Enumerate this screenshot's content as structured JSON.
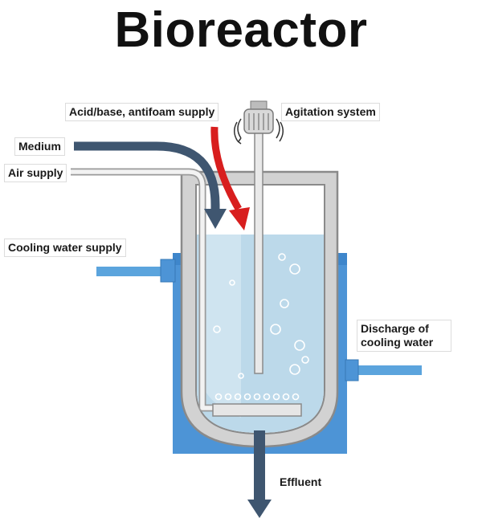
{
  "title": "Bioreactor",
  "labels": {
    "acid_base": "Acid/base, antifoam supply",
    "agitation": "Agitation system",
    "medium": "Medium",
    "air": "Air supply",
    "cooling_supply": "Cooling water supply",
    "discharge_line1": "Discharge of",
    "discharge_line2": "cooling water",
    "effluent": "Effluent"
  },
  "colors": {
    "medium_arrow": "#3f5670",
    "acid_arrow": "#d81e1e",
    "cooling_water": "#4d94d6",
    "liquid": "#bcd9ea",
    "vessel_wall": "#d2d2d2",
    "pipe": "#5ba4dd"
  },
  "icons": {
    "agitation_motor": "motor-icon"
  }
}
